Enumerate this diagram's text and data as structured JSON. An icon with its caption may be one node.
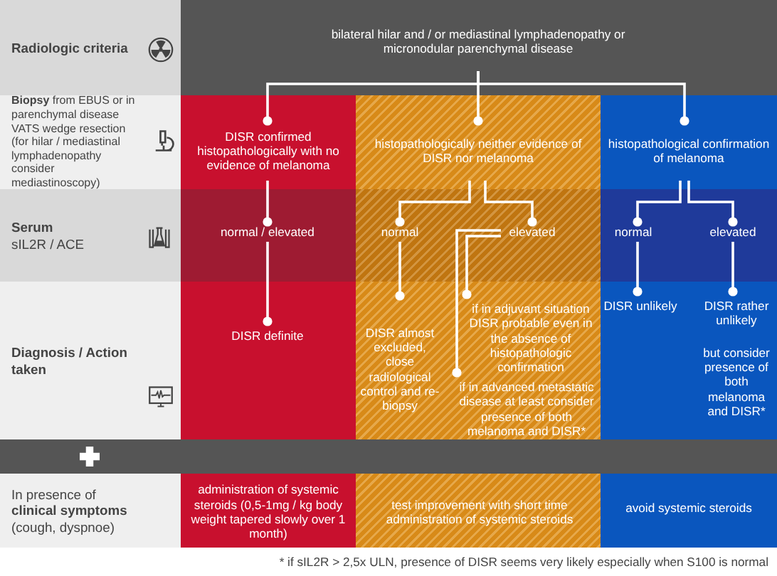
{
  "diagram": {
    "nodes": [
      {
        "text": [
          "Radiologic criteria"
        ]
      },
      {
        "text": [
          "**Biopsy** from EBUS or in parenchymal disease VATS wedge resection (for hilar / mediastinal lymphadenopathy consider mediastinoscopy)"
        ]
      },
      {
        "text": [
          "Serum",
          "sIL2R / ACE"
        ]
      },
      {
        "text": [
          "Diagnosis / Action taken"
        ]
      },
      {
        "text": [
          "In presence of **clinical symptoms** (cough, dyspnoe)"
        ]
      },
      {
        "text": [
          "bilateral hilar and / or mediastinal lymphadenopathy or micronodular parenchymal disease"
        ]
      },
      {
        "text": [
          "DISR confirmed histopathologically with no evidence of melanoma"
        ]
      },
      {
        "text": [
          "histopathologically neither evidence of DISR nor melanoma"
        ]
      },
      {
        "text": [
          "histopathological confirmation of melanoma"
        ]
      },
      {
        "text": [
          "normal / elevated"
        ]
      },
      {
        "text": [
          "normal"
        ]
      },
      {
        "text": [
          "elevated"
        ]
      },
      {
        "text": [
          "normal"
        ]
      },
      {
        "text": [
          "elevated"
        ]
      },
      {
        "text": [
          "DISR definite"
        ]
      },
      {
        "text": [
          "DISR almost excluded, close radiological control and re-biopsy"
        ]
      },
      {
        "text": [
          "if in adjuvant situation DISR probable even in the absence of histopathologic confirmation"
        ]
      },
      {
        "text": [
          "if in advanced metastatic disease at least consider presence of both melanoma and DISR*"
        ]
      },
      {
        "text": [
          "DISR unlikely"
        ]
      },
      {
        "text": [
          "DISR rather unlikely",
          "but consider presence of both melanoma and DISR*"
        ]
      },
      {
        "text": [
          "administration of systemic steroids (0,5-1mg / kg body weight tapered slowly over 1 month)"
        ]
      },
      {
        "text": [
          "test improvement with short time administration of systemic steroids"
        ]
      },
      {
        "text": [
          "avoid systemic steroids"
        ]
      }
    ],
    "edges": [
      {
        "from": 5,
        "to": 6,
        "arrow": "other"
      },
      {
        "from": 5,
        "to": 7,
        "arrow": "other"
      },
      {
        "from": 5,
        "to": 8,
        "arrow": "other"
      },
      {
        "from": 6,
        "to": 9,
        "arrow": "other"
      },
      {
        "from": 7,
        "to": 10,
        "arrow": "other"
      },
      {
        "from": 7,
        "to": 11,
        "arrow": "other"
      },
      {
        "from": 8,
        "to": 12,
        "arrow": "other"
      },
      {
        "from": 8,
        "to": 13,
        "arrow": "other"
      },
      {
        "from": 9,
        "to": 14,
        "arrow": "other"
      },
      {
        "from": 10,
        "to": 15,
        "arrow": "other"
      },
      {
        "from": 11,
        "to": 16,
        "arrow": "other"
      },
      {
        "from": 11,
        "to": 17,
        "arrow": "other"
      },
      {
        "from": 12,
        "to": 18,
        "arrow": "other"
      },
      {
        "from": 13,
        "to": 19,
        "arrow": "other"
      }
    ],
    "labels": [
      "* if sIL2R > 2,5x ULN, presence of DISR seems very likely especially when S100 is normal"
    ]
  }
}
